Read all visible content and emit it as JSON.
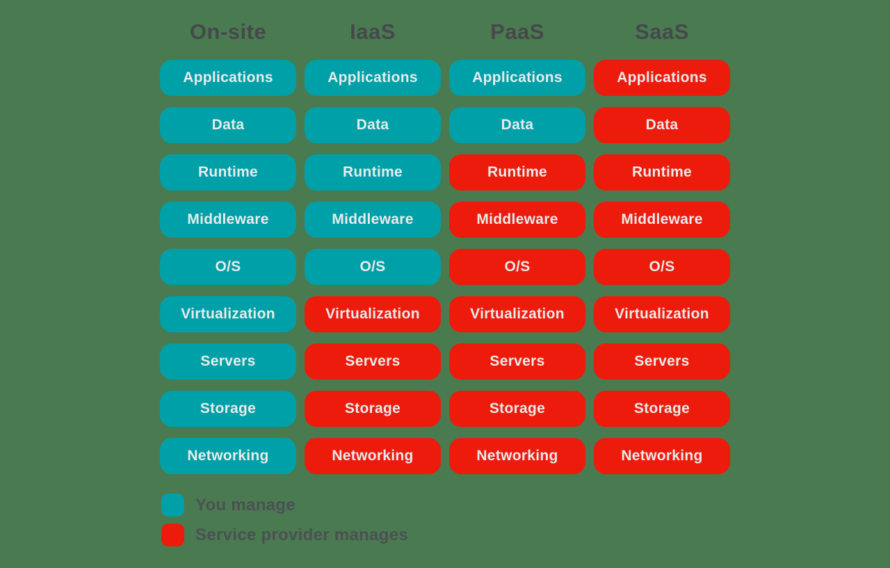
{
  "diagram": {
    "colors": {
      "background": "#4a7a50",
      "you": "#00a0a8",
      "provider": "#ed1b0c",
      "header_text": "#45494c",
      "pill_text": "#e9ebeb",
      "legend_text": "#4c5055"
    },
    "columns": [
      {
        "header": "On-site",
        "layers": [
          {
            "label": "Applications",
            "managed_by": "you"
          },
          {
            "label": "Data",
            "managed_by": "you"
          },
          {
            "label": "Runtime",
            "managed_by": "you"
          },
          {
            "label": "Middleware",
            "managed_by": "you"
          },
          {
            "label": "O/S",
            "managed_by": "you"
          },
          {
            "label": "Virtualization",
            "managed_by": "you"
          },
          {
            "label": "Servers",
            "managed_by": "you"
          },
          {
            "label": "Storage",
            "managed_by": "you"
          },
          {
            "label": "Networking",
            "managed_by": "you"
          }
        ]
      },
      {
        "header": "IaaS",
        "layers": [
          {
            "label": "Applications",
            "managed_by": "you"
          },
          {
            "label": "Data",
            "managed_by": "you"
          },
          {
            "label": "Runtime",
            "managed_by": "you"
          },
          {
            "label": "Middleware",
            "managed_by": "you"
          },
          {
            "label": "O/S",
            "managed_by": "you"
          },
          {
            "label": "Virtualization",
            "managed_by": "provider"
          },
          {
            "label": "Servers",
            "managed_by": "provider"
          },
          {
            "label": "Storage",
            "managed_by": "provider"
          },
          {
            "label": "Networking",
            "managed_by": "provider"
          }
        ]
      },
      {
        "header": "PaaS",
        "layers": [
          {
            "label": "Applications",
            "managed_by": "you"
          },
          {
            "label": "Data",
            "managed_by": "you"
          },
          {
            "label": "Runtime",
            "managed_by": "provider"
          },
          {
            "label": "Middleware",
            "managed_by": "provider"
          },
          {
            "label": "O/S",
            "managed_by": "provider"
          },
          {
            "label": "Virtualization",
            "managed_by": "provider"
          },
          {
            "label": "Servers",
            "managed_by": "provider"
          },
          {
            "label": "Storage",
            "managed_by": "provider"
          },
          {
            "label": "Networking",
            "managed_by": "provider"
          }
        ]
      },
      {
        "header": "SaaS",
        "layers": [
          {
            "label": "Applications",
            "managed_by": "provider"
          },
          {
            "label": "Data",
            "managed_by": "provider"
          },
          {
            "label": "Runtime",
            "managed_by": "provider"
          },
          {
            "label": "Middleware",
            "managed_by": "provider"
          },
          {
            "label": "O/S",
            "managed_by": "provider"
          },
          {
            "label": "Virtualization",
            "managed_by": "provider"
          },
          {
            "label": "Servers",
            "managed_by": "provider"
          },
          {
            "label": "Storage",
            "managed_by": "provider"
          },
          {
            "label": "Networking",
            "managed_by": "provider"
          }
        ]
      }
    ],
    "legend": [
      {
        "label": "You manage",
        "managed_by": "you"
      },
      {
        "label": "Service provider manages",
        "managed_by": "provider"
      }
    ]
  }
}
